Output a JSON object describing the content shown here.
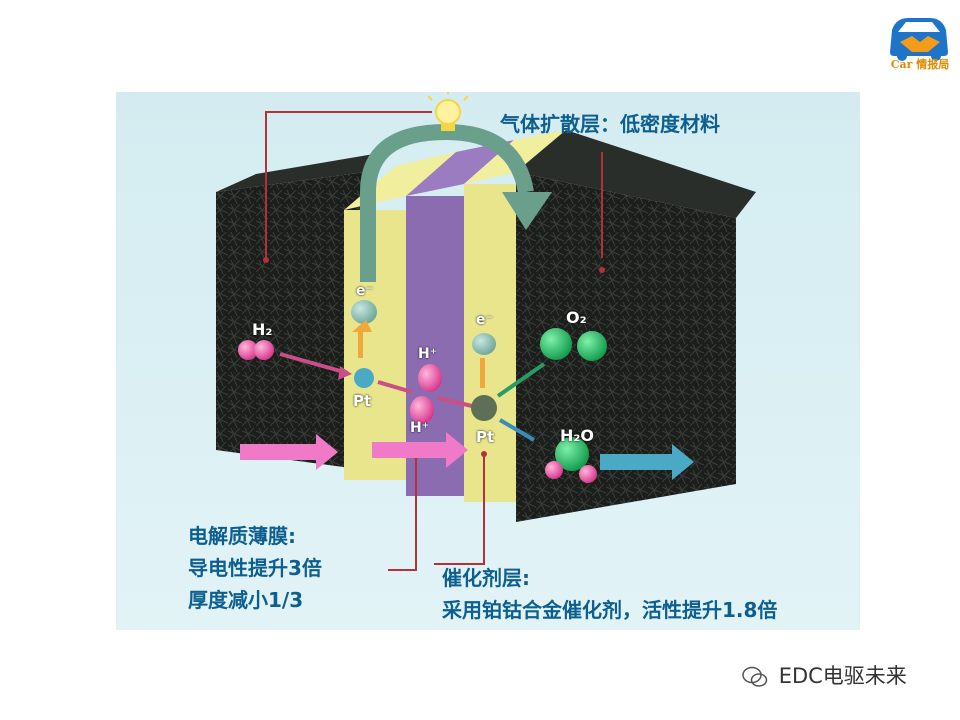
{
  "logo": {
    "text": "Car 情报局",
    "icon": "car-handshake-logo"
  },
  "labels": {
    "gas_diffusion_layer": "气体扩散层：低密度材料",
    "membrane_title": "电解质薄膜:",
    "membrane_line1": "导电性提升3倍",
    "membrane_line2": "厚度减小1/3",
    "catalyst_title": "催化剂层:",
    "catalyst_line1": "采用铂钴合金催化剂，活性提升1.8倍"
  },
  "chem_labels": {
    "h2": "H₂",
    "o2": "O₂",
    "h2o": "H₂O",
    "e_left": "e⁻",
    "e_right": "e⁻",
    "h_plus_top": "H⁺",
    "h_plus_bottom": "H⁺",
    "pt_left": "Pt",
    "pt_right": "Pt"
  },
  "watermark": {
    "text": "EDC电驱未来",
    "icon": "wechat-icon"
  },
  "colors": {
    "background_panel": "#d9eef2",
    "porous_block": "#1c1f1c",
    "catalyst_layer": "#e8e58c",
    "membrane": "#8c6cb0",
    "label_text": "#0c5f8f",
    "pointer_line": "#b2323a",
    "flow_arrow_pink": "#f07ac8",
    "flow_arrow_blue": "#4aa9c4",
    "electron_arrow": "#6a9f8c"
  }
}
